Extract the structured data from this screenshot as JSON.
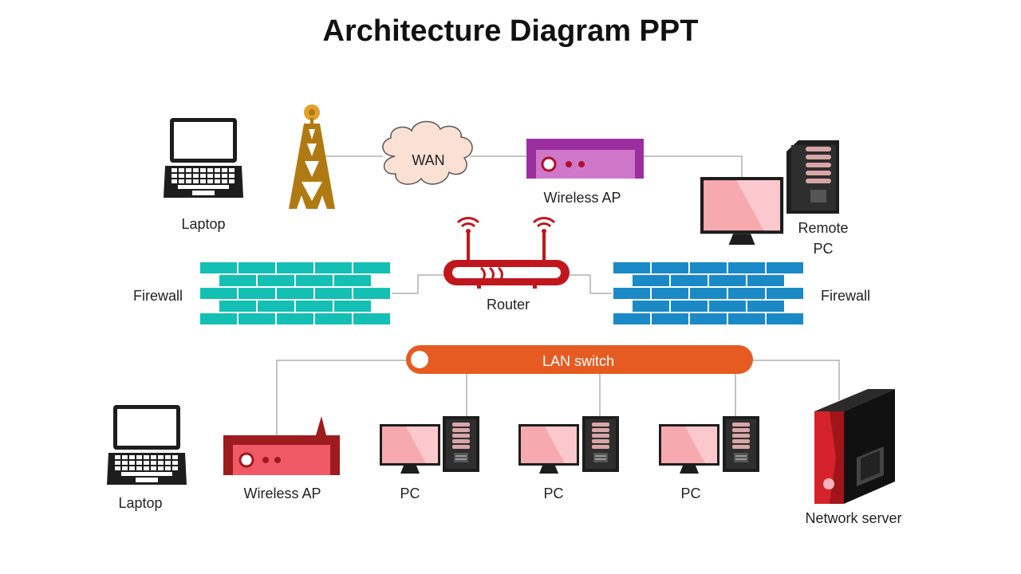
{
  "title": "Architecture Diagram PPT",
  "labels": {
    "laptop_top": "Laptop",
    "wan": "WAN",
    "wireless_ap_top": "Wireless AP",
    "remote_pc_line1": "Remote",
    "remote_pc_line2": "PC",
    "firewall_left": "Firewall",
    "router": "Router",
    "firewall_right": "Firewall",
    "lan_switch": "LAN switch",
    "laptop_bottom": "Laptop",
    "wireless_ap_bottom": "Wireless AP",
    "pc_1": "PC",
    "pc_2": "PC",
    "pc_3": "PC",
    "network_server": "Network server"
  },
  "colors": {
    "firewall_left": "#14bfb3",
    "firewall_right": "#1a8ac7",
    "lan_switch": "#e55b22",
    "router": "#c0171e",
    "wireless_ap_top": "#9b2fa0",
    "wireless_ap_bottom": "#9e1b1e",
    "tower": "#b07a12",
    "monitor_screen": "#f6aab0",
    "cloud": "#fbe0d4"
  },
  "icons": [
    "laptop-icon",
    "antenna-tower-icon",
    "cloud-icon",
    "wireless-ap-icon",
    "monitor-icon",
    "pc-tower-icon",
    "brick-wall-icon",
    "router-icon",
    "server-icon"
  ]
}
